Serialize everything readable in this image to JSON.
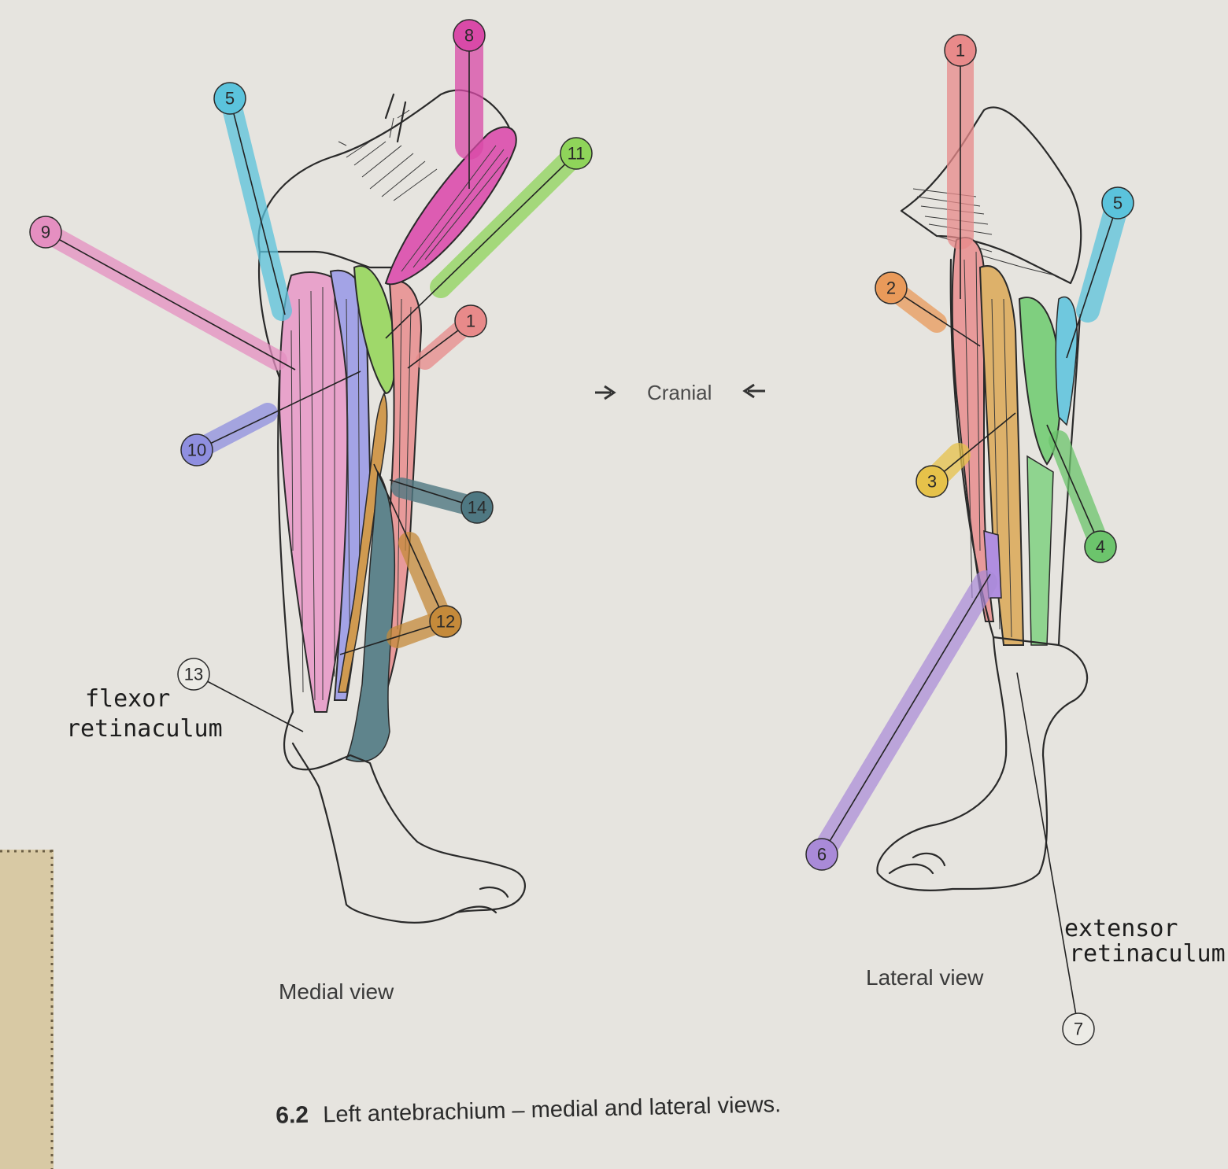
{
  "figure": {
    "caption_number": "6.2",
    "caption_text": "Left antebrachium – medial and lateral views.",
    "cranial_label": "Cranial"
  },
  "views": [
    {
      "id": "medial",
      "label": "Medial view"
    },
    {
      "id": "lateral",
      "label": "Lateral view"
    }
  ],
  "handwritten": {
    "medial": [
      "flexor",
      "retinaculum"
    ],
    "lateral": [
      "extensor",
      "retinaculum"
    ]
  },
  "colors": {
    "pink": "#e58fc1",
    "magenta": "#d94aa8",
    "cyan": "#5bc3dc",
    "lavender": "#8f8fe0",
    "lime": "#8fd45a",
    "salmon": "#e88a8a",
    "slate": "#4f7882",
    "ochre": "#c58a3a",
    "orange": "#e99a5a",
    "yellow": "#e6c24a",
    "green": "#6cc46c",
    "purple": "#a98ad8",
    "sidebar": "#d8c9a4"
  },
  "medial_labels": [
    {
      "n": "1",
      "color": "salmon"
    },
    {
      "n": "5",
      "color": "cyan"
    },
    {
      "n": "8",
      "color": "magenta"
    },
    {
      "n": "9",
      "color": "pink"
    },
    {
      "n": "10",
      "color": "lavender"
    },
    {
      "n": "11",
      "color": "lime"
    },
    {
      "n": "12",
      "color": "ochre"
    },
    {
      "n": "13",
      "color": ""
    },
    {
      "n": "14",
      "color": "slate"
    }
  ],
  "lateral_labels": [
    {
      "n": "1",
      "color": "salmon"
    },
    {
      "n": "2",
      "color": "orange"
    },
    {
      "n": "3",
      "color": "yellow"
    },
    {
      "n": "4",
      "color": "green"
    },
    {
      "n": "5",
      "color": "cyan"
    },
    {
      "n": "6",
      "color": "purple"
    },
    {
      "n": "7",
      "color": ""
    }
  ]
}
